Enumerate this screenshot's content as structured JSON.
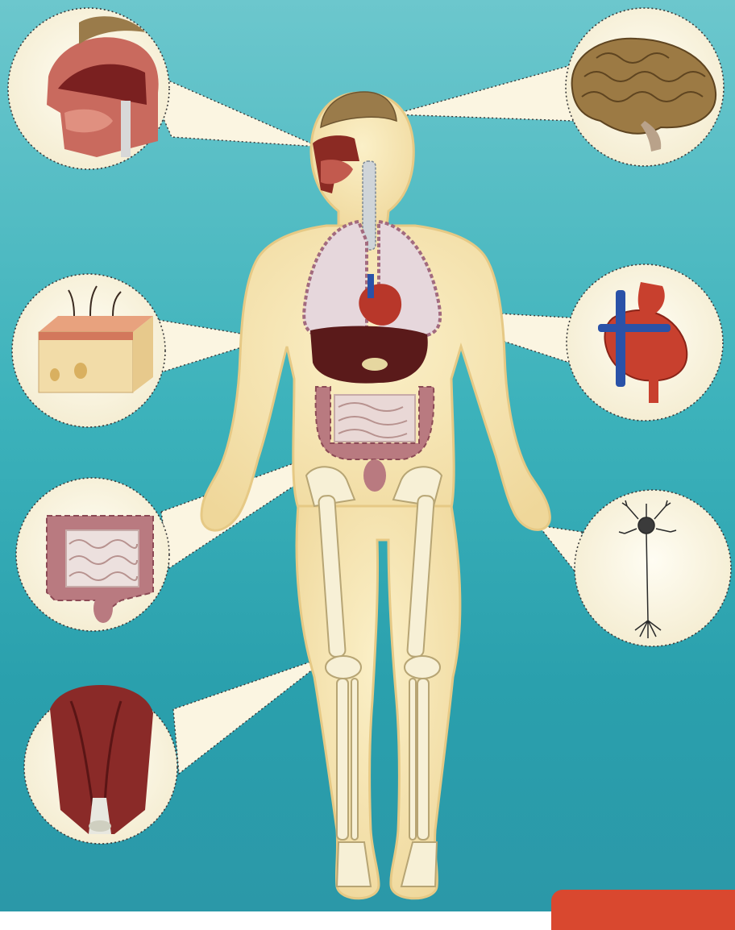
{
  "scene": {
    "subject": "human-body-systems-illustration",
    "colors": {
      "background_top": "#6cc7cd",
      "background_bottom": "#2b98a8",
      "skin": "#f3e3b0",
      "skin_outline": "#e9cf8e",
      "callout_fill": "#fbf5e1",
      "dotted_border": "#3b3b3b",
      "corner_tab": "#d9482f"
    },
    "callouts": [
      {
        "id": "respiratory-head",
        "icon": "nasal-cavity-icon"
      },
      {
        "id": "brain",
        "icon": "brain-icon"
      },
      {
        "id": "skin",
        "icon": "skin-layers-icon"
      },
      {
        "id": "heart",
        "icon": "heart-icon"
      },
      {
        "id": "intestine",
        "icon": "intestine-icon"
      },
      {
        "id": "neuron",
        "icon": "neuron-icon"
      },
      {
        "id": "muscle",
        "icon": "muscle-icon"
      }
    ]
  }
}
